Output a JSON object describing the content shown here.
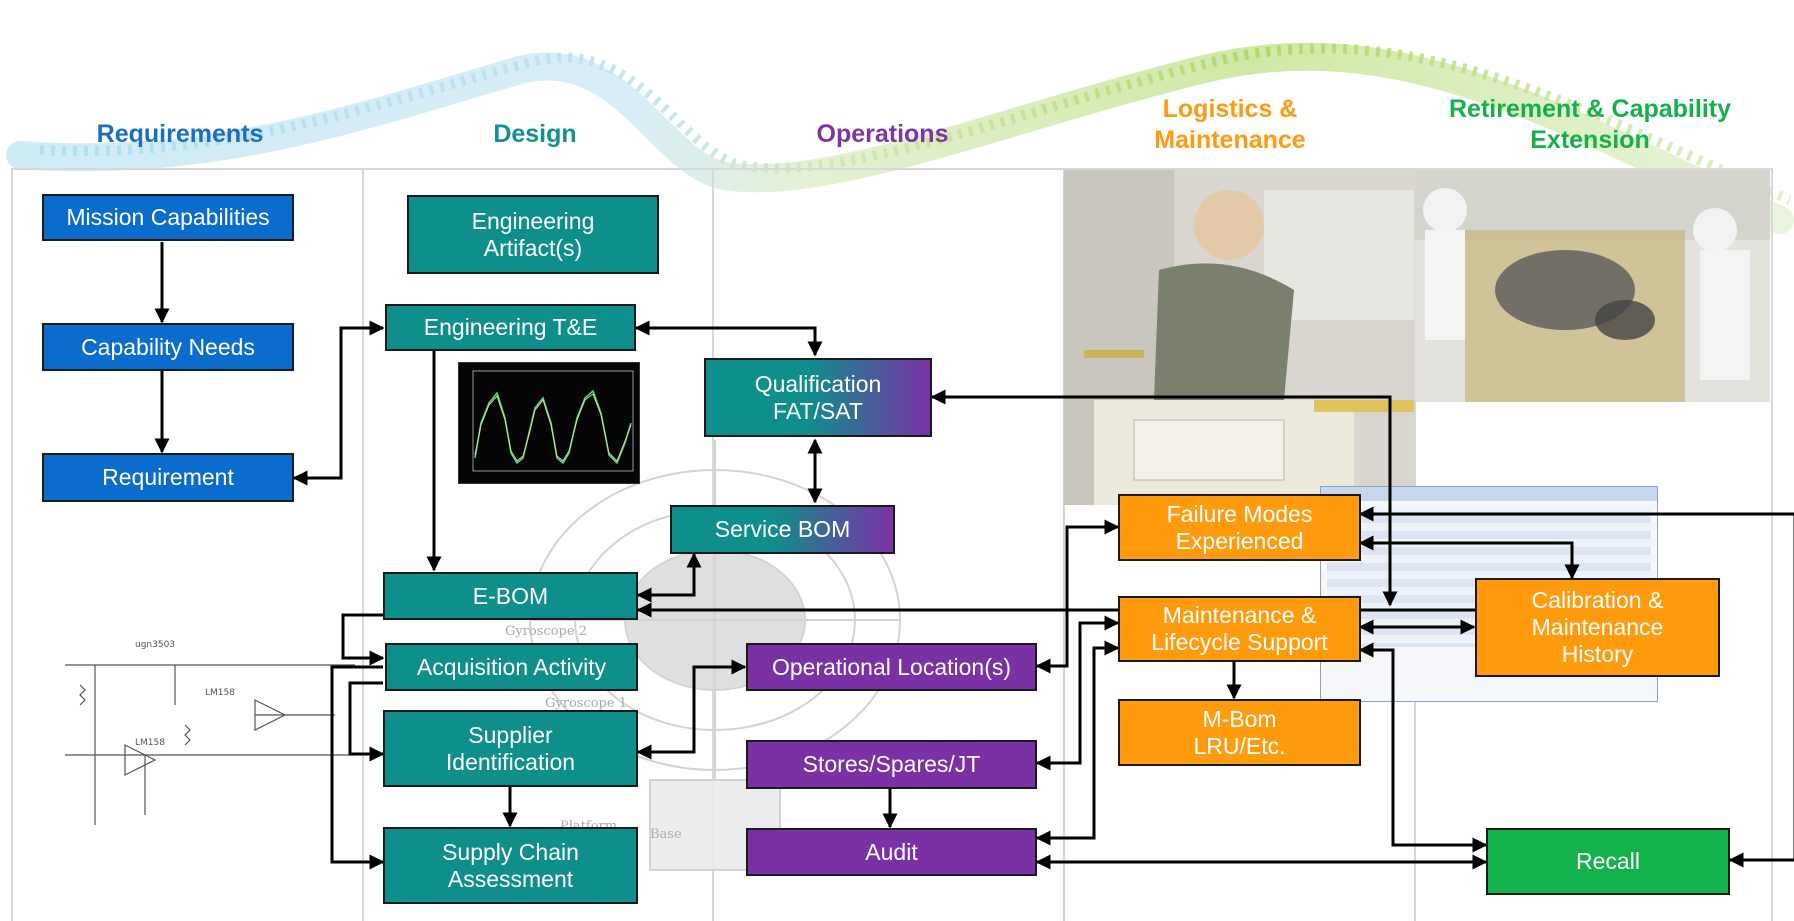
{
  "columns": [
    {
      "label": "Requirements",
      "color": "#1a6fc4"
    },
    {
      "label": "Design",
      "color": "#12918e"
    },
    {
      "label": "Operations",
      "color": "#7b35a8"
    },
    {
      "label": "Logistics &\nMaintenance",
      "color": "#ff9b10"
    },
    {
      "label": "Retirement & Capability\nExtension",
      "color": "#14b14a"
    }
  ],
  "nodes": {
    "mission_capabilities": "Mission Capabilities",
    "capability_needs": "Capability Needs",
    "requirement": "Requirement",
    "engineering_artifacts": "Engineering\nArtifact(s)",
    "engineering_te": "Engineering T&E",
    "qualification": "Qualification\nFAT/SAT",
    "service_bom": "Service BOM",
    "e_bom": "E-BOM",
    "acquisition_activity": "Acquisition Activity",
    "operational_locations": "Operational Location(s)",
    "supplier_identification": "Supplier\nIdentification",
    "stores_spares": "Stores/Spares/JT",
    "supply_chain_assessment": "Supply Chain\nAssessment",
    "audit": "Audit",
    "failure_modes": "Failure Modes\nExperienced",
    "maintenance_lifecycle": "Maintenance &\nLifecycle Support",
    "m_bom": "M-Bom\nLRU/Etc.",
    "calibration_history": "Calibration &\nMaintenance\nHistory",
    "recall": "Recall"
  },
  "colors": {
    "requirements": "#0a6ccc",
    "design": "#0e8f8c",
    "operations": "#7a31a6",
    "logistics": "#ff9b0d",
    "retirement": "#13b24c",
    "arrow": "#000000"
  },
  "icons": [
    "workbench-photo-icon",
    "cleanroom-photo-icon",
    "scope-plot-icon",
    "gyroscope-sketch-icon",
    "circuit-schematic-icon",
    "software-window-icon"
  ]
}
